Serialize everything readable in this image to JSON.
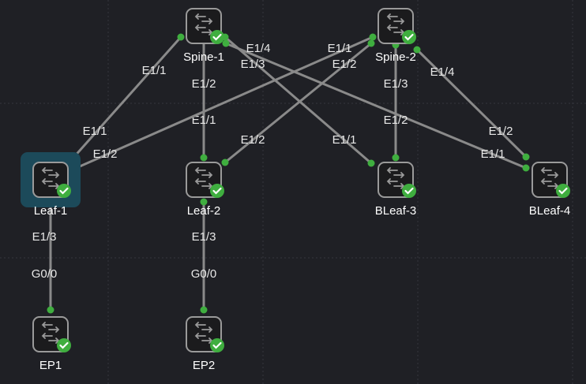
{
  "colors": {
    "background": "#1f2025",
    "link": "#8a8a8a",
    "endpoint": "#3fae3f",
    "selected": "#1c4a5a",
    "node_fill": "#1b1b1d",
    "node_border": "#9a9a9a"
  },
  "nodes": [
    {
      "id": "spine1",
      "label": "Spine-1",
      "icon": "switch-icon",
      "status": "running-check-icon"
    },
    {
      "id": "spine2",
      "label": "Spine-2",
      "icon": "switch-icon",
      "status": "running-check-icon"
    },
    {
      "id": "leaf1",
      "label": "Leaf-1",
      "icon": "switch-icon",
      "status": "running-check-icon",
      "selected": true
    },
    {
      "id": "leaf2",
      "label": "Leaf-2",
      "icon": "switch-icon",
      "status": "running-check-icon"
    },
    {
      "id": "bleaf3",
      "label": "BLeaf-3",
      "icon": "switch-icon",
      "status": "running-check-icon"
    },
    {
      "id": "bleaf4",
      "label": "BLeaf-4",
      "icon": "switch-icon",
      "status": "running-check-icon"
    },
    {
      "id": "ep1",
      "label": "EP1",
      "icon": "switch-icon",
      "status": "running-check-icon"
    },
    {
      "id": "ep2",
      "label": "EP2",
      "icon": "switch-icon",
      "status": "running-check-icon"
    }
  ],
  "links": [
    {
      "from": "spine1",
      "to": "leaf1",
      "from_if": "E1/1",
      "to_if": "E1/1"
    },
    {
      "from": "spine1",
      "to": "leaf2",
      "from_if": "E1/2",
      "to_if": "E1/1"
    },
    {
      "from": "spine1",
      "to": "bleaf3",
      "from_if": "E1/3",
      "to_if": "E1/1"
    },
    {
      "from": "spine1",
      "to": "bleaf4",
      "from_if": "E1/4",
      "to_if": "E1/1"
    },
    {
      "from": "spine2",
      "to": "leaf1",
      "from_if": "E1/1",
      "to_if": "E1/2"
    },
    {
      "from": "spine2",
      "to": "leaf2",
      "from_if": "E1/2",
      "to_if": "E1/2"
    },
    {
      "from": "spine2",
      "to": "bleaf3",
      "from_if": "E1/3",
      "to_if": "E1/2"
    },
    {
      "from": "spine2",
      "to": "bleaf4",
      "from_if": "E1/4",
      "to_if": "E1/2"
    },
    {
      "from": "leaf1",
      "to": "ep1",
      "from_if": "E1/3",
      "to_if": "G0/0"
    },
    {
      "from": "leaf2",
      "to": "ep2",
      "from_if": "E1/3",
      "to_if": "G0/0"
    }
  ]
}
